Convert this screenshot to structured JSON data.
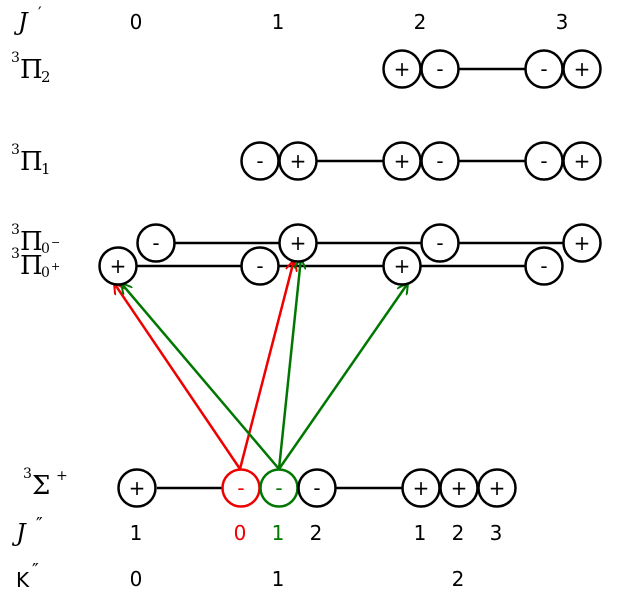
{
  "colors": {
    "black": "#000000",
    "red": "#ee0000",
    "green": "#007700",
    "white": "#ffffff"
  },
  "header": {
    "symbol_J": "J",
    "prime": "′",
    "values": [
      "0",
      "1",
      "2",
      "3"
    ]
  },
  "states": {
    "pi2": {
      "label_sup": "3",
      "label_main": "Π",
      "label_sub": "2"
    },
    "pi1": {
      "label_sup": "3",
      "label_main": "Π",
      "label_sub": "1"
    },
    "pi0m": {
      "label_sup": "3",
      "label_main": "Π",
      "label_sub": "0",
      "label_subsup": "−"
    },
    "pi0p": {
      "label_sup": "3",
      "label_main": "Π",
      "label_sub": "0",
      "label_subsup": "+"
    },
    "sigma": {
      "label_sup": "3",
      "label_main": "Σ",
      "label_supsup": "+"
    }
  },
  "nodes": {
    "pi2_j2_a": "+",
    "pi2_j2_b": "-",
    "pi2_j3_a": "-",
    "pi2_j3_b": "+",
    "pi1_j1_a": "-",
    "pi1_j1_b": "+",
    "pi1_j2_a": "+",
    "pi1_j2_b": "-",
    "pi1_j3_a": "-",
    "pi1_j3_b": "+",
    "pi0m_j0": "-",
    "pi0m_j1": "+",
    "pi0m_j2": "-",
    "pi0m_j3": "+",
    "pi0p_j0": "+",
    "pi0p_j1": "-",
    "pi0p_j2": "+",
    "pi0p_j3": "-",
    "sig_1": "+",
    "sig_2": "-",
    "sig_3": "-",
    "sig_4": "-",
    "sig_5": "+",
    "sig_6": "+",
    "sig_7": "+"
  },
  "footer": {
    "jpp_symbol": "J",
    "jpp_mark": "″",
    "jpp_values": [
      "1",
      "0",
      "1",
      "2",
      "1",
      "2",
      "3"
    ],
    "k_symbol": "K",
    "k_mark": "″",
    "k_values": [
      "0",
      "1",
      "2"
    ]
  }
}
